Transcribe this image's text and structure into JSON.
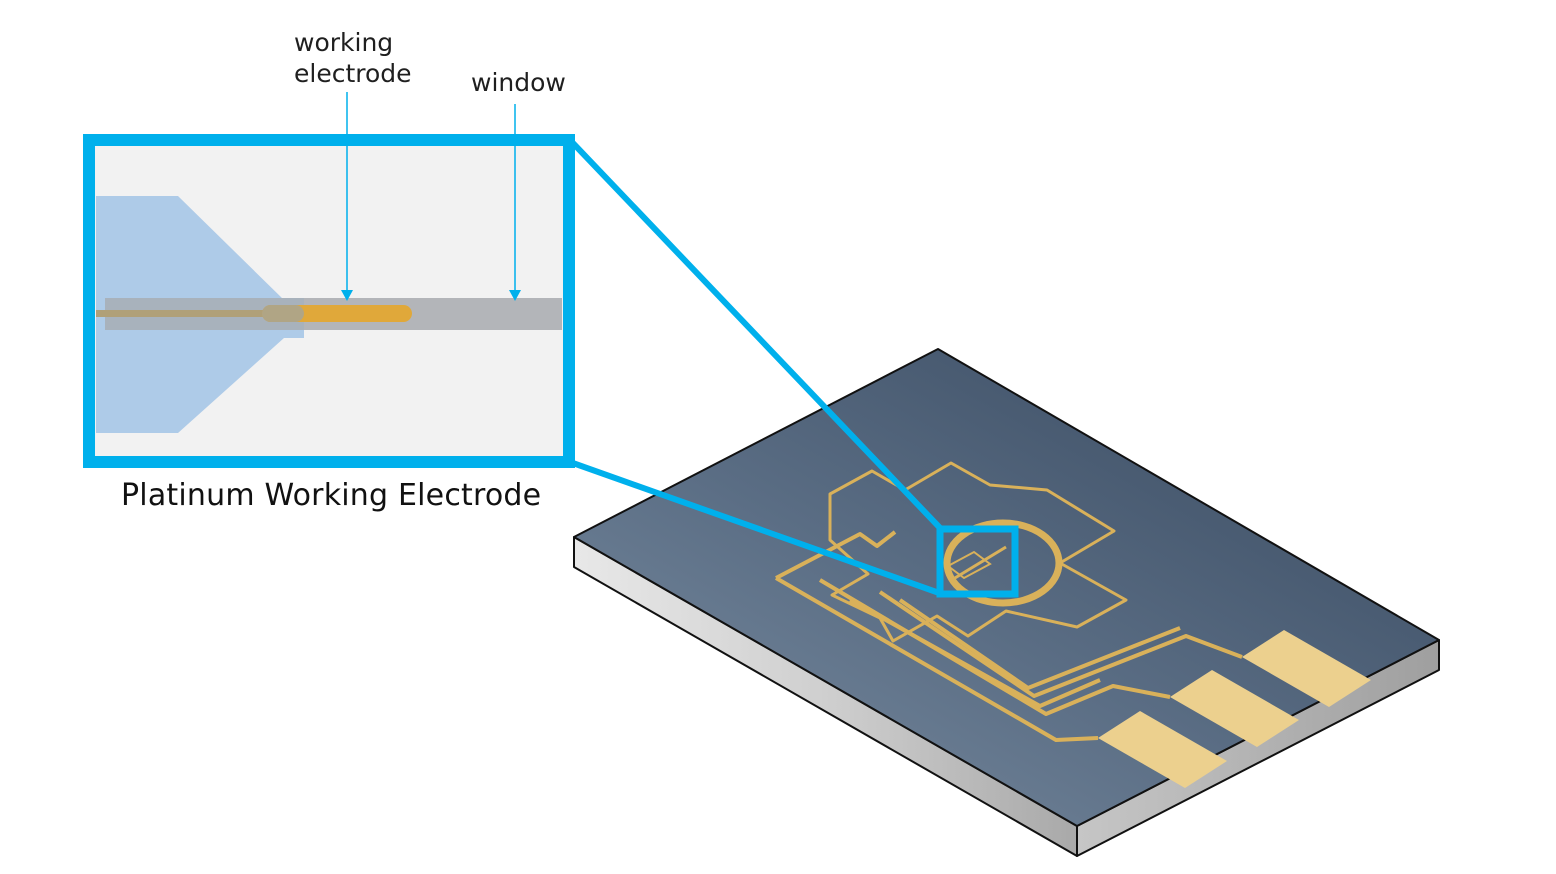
{
  "labels": {
    "working_electrode_line1": "working",
    "working_electrode_line2": "electrode",
    "window": "window"
  },
  "caption": "Platinum Working Electrode",
  "colors": {
    "callout_blue": "#00b0ec",
    "gold": "#e0a83a",
    "gold_pad": "#ecd08e",
    "substrate_dark": "#3a4a60",
    "substrate_light": "#6f8297",
    "insulator_blue": "#aecbe8",
    "window_gray": "#b3b5b9",
    "inset_background": "#f2f2f2"
  }
}
